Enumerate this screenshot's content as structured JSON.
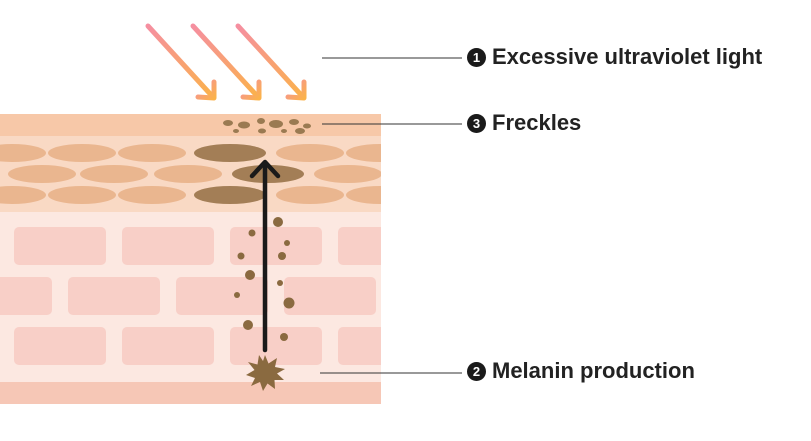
{
  "labels": [
    {
      "number": "1",
      "text": "Excessive ultraviolet light"
    },
    {
      "number": "3",
      "text": "Freckles"
    },
    {
      "number": "2",
      "text": "Melanin production"
    }
  ],
  "colors": {
    "skin_surface": "#f7c8a8",
    "skin_cell_layer": "#f9d9c4",
    "cell_oval": "#eab68f",
    "pigmented_oval": "#a37e56",
    "dermis_bg": "#fce8e1",
    "dermis_block": "#f8cfc7",
    "bottom_band": "#f6c7b6",
    "melanin": "#8a6a40",
    "uv_arrow_start": "#f58fa0",
    "uv_arrow_end": "#fbb24a",
    "up_arrow": "#1a1a1a",
    "leader_line": "#333333"
  },
  "icons": [
    "uv-ray-arrow-icon",
    "melanocyte-star-icon",
    "upward-arrow-icon"
  ]
}
